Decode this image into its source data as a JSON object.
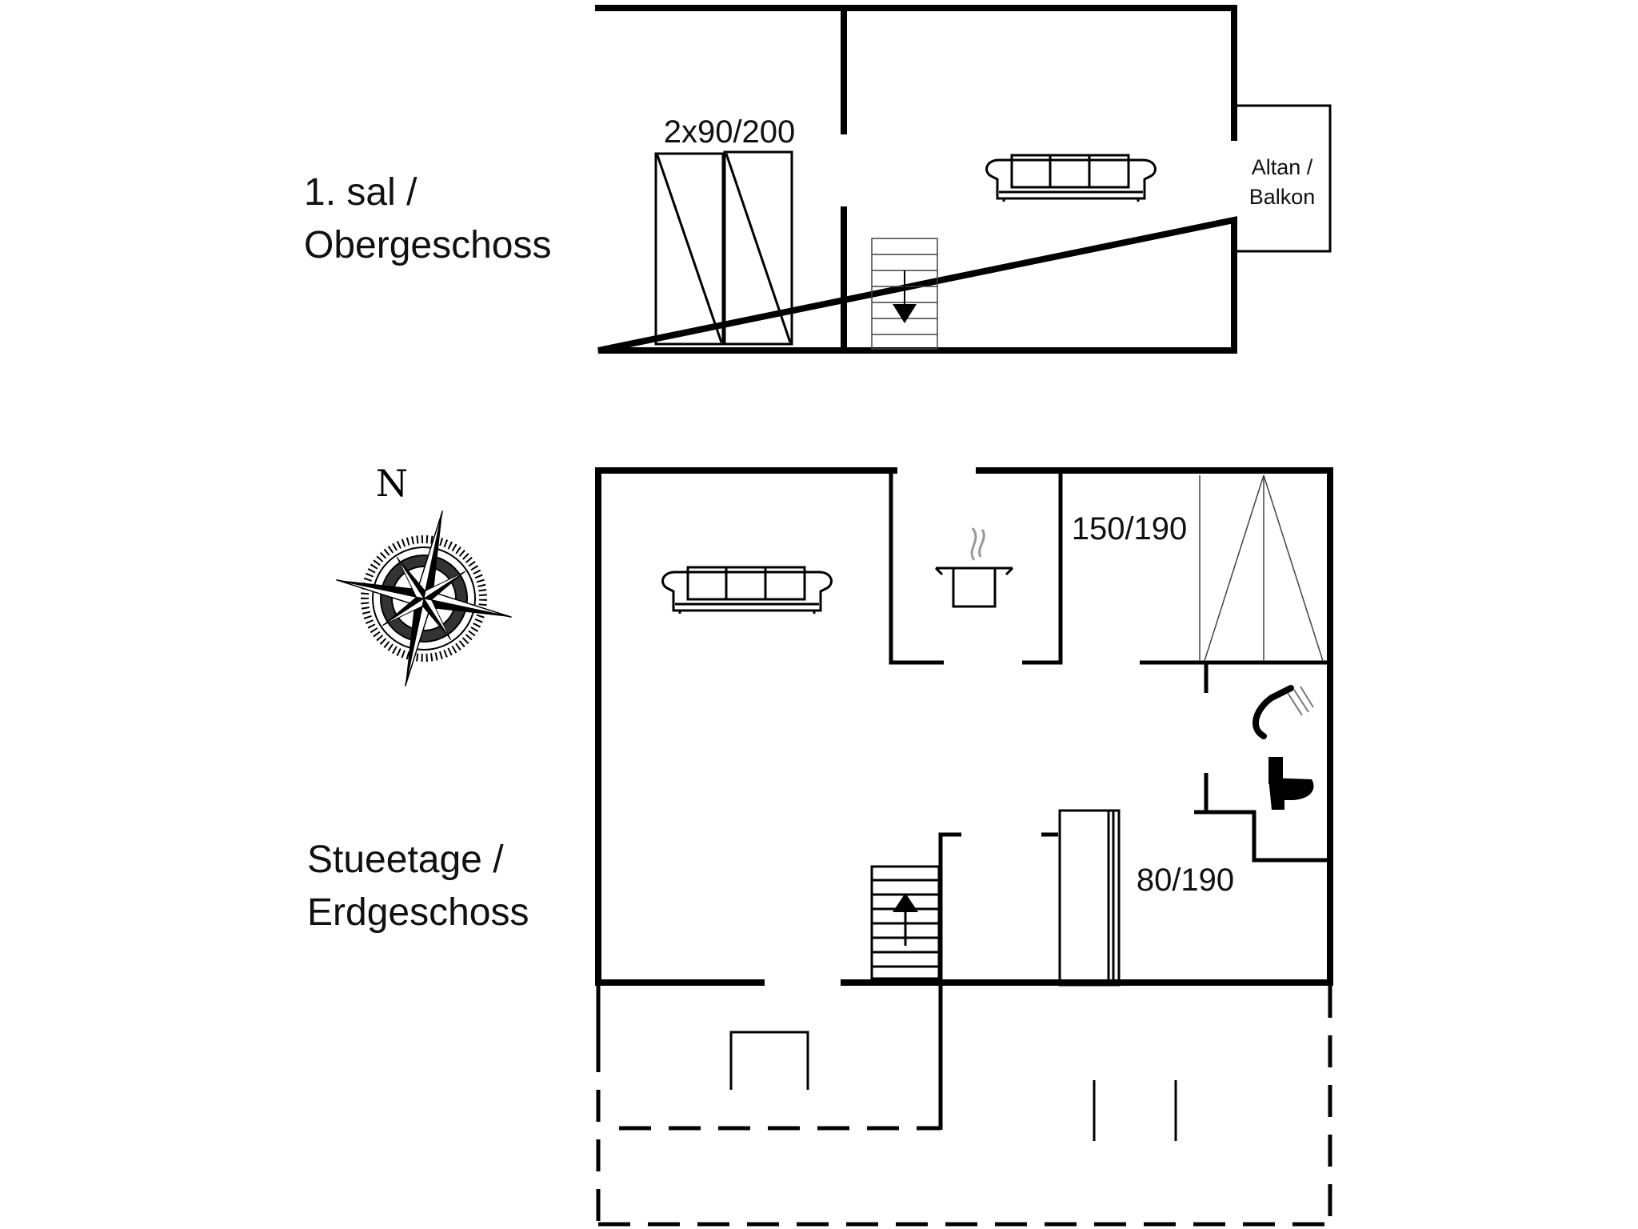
{
  "upper_floor": {
    "label_line1": "1. sal /",
    "label_line2": "Obergeschoss",
    "bed_label": "2x90/200",
    "balcony_line1": "Altan /",
    "balcony_line2": "Balkon"
  },
  "ground_floor": {
    "label_line1": "Stueetage /",
    "label_line2": "Erdgeschoss",
    "bed_label_1": "150/190",
    "bed_label_2": "80/190"
  },
  "compass": {
    "north_label": "N",
    "icon": "compass-rose-icon"
  }
}
